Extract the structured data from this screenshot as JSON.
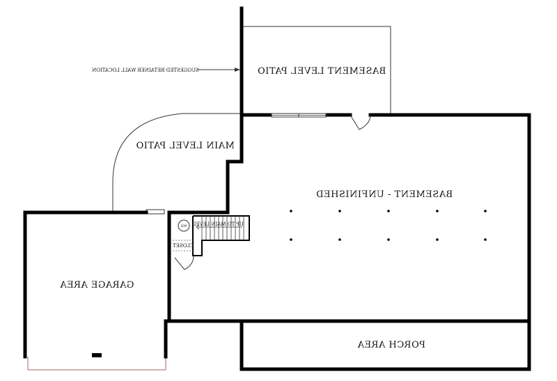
{
  "rooms": {
    "basement_level_patio": "BASEMENT LEVEL PATIO",
    "main_level_patio": "MAIN LEVEL PATIO",
    "basement_unfinished": "BASEMENT - UNFINISHED",
    "garage_area": "GARAGE AREA",
    "porch_area": "PORCH AREA"
  },
  "annotations": {
    "retainer_wall": "SUGGESTED RETAINER WALL LOCATION",
    "stair": "UP TO MAIN LEVEL",
    "closet": "CLOSET",
    "water_heater": "WH"
  }
}
